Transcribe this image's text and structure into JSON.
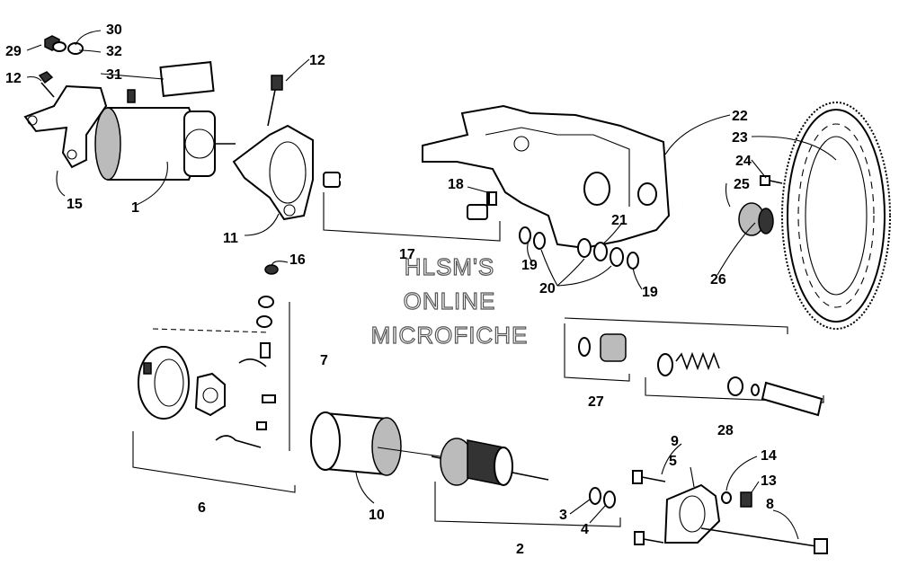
{
  "watermark": {
    "line1": "HLSM'S",
    "line2": "ONLINE",
    "line3": "MICROFICHE"
  },
  "callouts": [
    "1",
    "2",
    "3",
    "4",
    "5",
    "6",
    "7",
    "8",
    "9",
    "10",
    "11",
    "12",
    "12",
    "13",
    "14",
    "15",
    "16",
    "17",
    "18",
    "19",
    "19",
    "20",
    "21",
    "22",
    "23",
    "24",
    "25",
    "26",
    "27",
    "28",
    "29",
    "30",
    "31",
    "32"
  ]
}
